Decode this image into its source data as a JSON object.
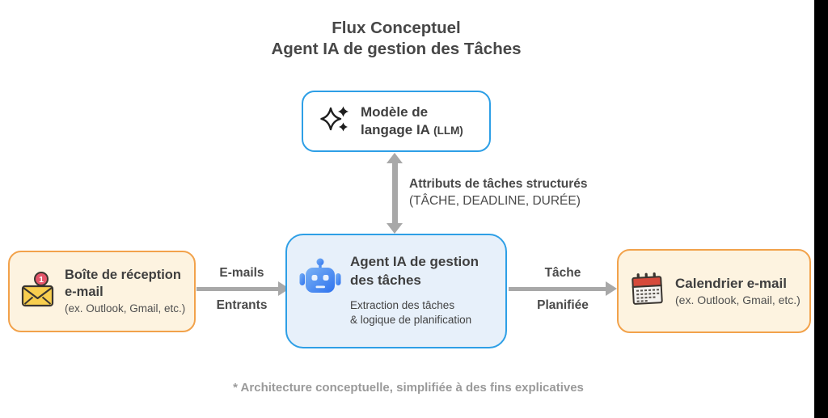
{
  "title": {
    "line1": "Flux Conceptuel",
    "line2": "Agent IA de gestion des Tâches"
  },
  "llm_box": {
    "icon": "sparkles-icon",
    "line1": "Modèle de",
    "line2": "langage IA",
    "suffix": "(LLM)"
  },
  "llm_link": {
    "line1": "Attributs de tâches structurés",
    "line2": "(TÂCHE, DEADLINE, DURÉE)"
  },
  "inbox_box": {
    "icon": "envelope-icon",
    "badge_count": "1",
    "line1": "Boîte de réception",
    "line2": "e-mail",
    "subtitle": "(ex. Outlook, Gmail, etc.)"
  },
  "agent_box": {
    "icon": "robot-icon",
    "title": "Agent IA de gestion des tâches",
    "desc_line1": "Extraction des tâches",
    "desc_line2": "& logique de planification"
  },
  "calendar_box": {
    "icon": "calendar-icon",
    "title": "Calendrier e-mail",
    "subtitle": "(ex. Outlook, Gmail, etc.)"
  },
  "inflow_arrow": {
    "label_top": "E-mails",
    "label_bottom": "Entrants"
  },
  "outflow_arrow": {
    "label_top": "Tâche",
    "label_bottom": "Planifiée"
  },
  "footnote": "* Architecture conceptuelle, simplifiée à des fins explicatives",
  "colors": {
    "blue_border": "#2E9FE6",
    "blue_fill": "#E7F0FA",
    "orange_border": "#F2A24B",
    "orange_fill": "#FDF3E0",
    "arrow_gray": "#A8A8A8",
    "text_dark": "#474747",
    "footnote_gray": "#9A9A9A",
    "robot_blue": "#2E72EE",
    "badge_red": "#E4556A",
    "envelope_yellow": "#F8CE4F",
    "calendar_red": "#D64A3B"
  }
}
